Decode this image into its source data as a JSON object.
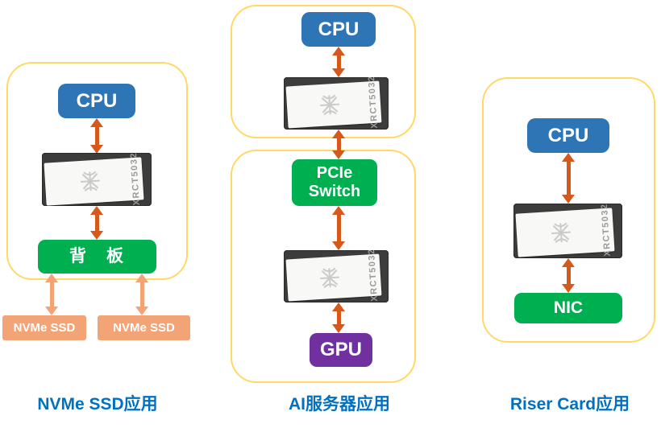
{
  "colors": {
    "cpu_blue": "#2E75B6",
    "green": "#00B050",
    "purple": "#7030A0",
    "peach": "#F2A477",
    "peach_arrow": "#F2A477",
    "arrow": "#D5591B",
    "yellow_border": "#FFD966",
    "label_blue": "#0070C0",
    "chip_dark": "#3C3C3C"
  },
  "diagram": {
    "chip_label": "XRCT5032",
    "left": {
      "caption": "NVMe SSD应用",
      "cpu": "CPU",
      "backplane": "背　板",
      "ssd_left": "NVMe SSD",
      "ssd_right": "NVMe SSD"
    },
    "middle": {
      "caption": "AI服务器应用",
      "cpu": "CPU",
      "pcie_switch": "PCIe Switch",
      "gpu": "GPU"
    },
    "right": {
      "caption": "Riser Card应用",
      "cpu": "CPU",
      "nic": "NIC"
    }
  }
}
